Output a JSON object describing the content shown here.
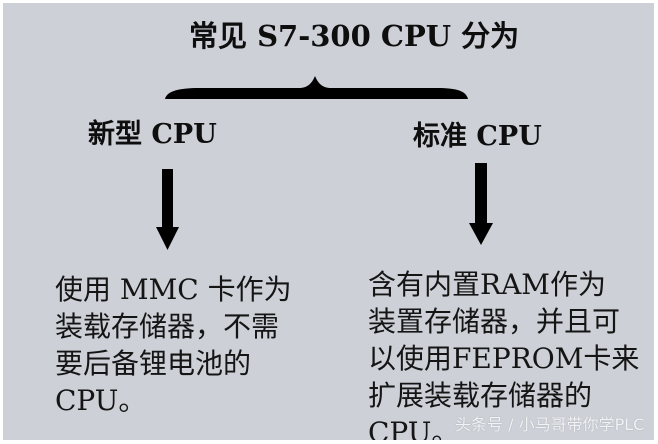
{
  "diagram": {
    "title": "常见 S7-300 CPU 分为",
    "branches": [
      {
        "label": "新型 CPU",
        "description_lines": [
          "使用 MMC 卡作为",
          "装载存储器，不需",
          "要后备锂电池的",
          "CPU。"
        ]
      },
      {
        "label": "标准 CPU",
        "description_lines": [
          "含有内置RAM作为",
          "装置存储器，并且可",
          "以使用FEPROM卡来",
          "扩展装载存储器的",
          "CPU。"
        ]
      }
    ],
    "connectors": {
      "brace": "curly-brace-icon",
      "arrows": [
        "arrow-down-icon",
        "arrow-down-icon"
      ]
    }
  },
  "watermark": "头条号 / 小马哥带你学PLC",
  "colors": {
    "background": "#cdd0d7",
    "text": "#0e0e0e",
    "shapes": "#000000",
    "watermark": "#f2f3f5"
  }
}
